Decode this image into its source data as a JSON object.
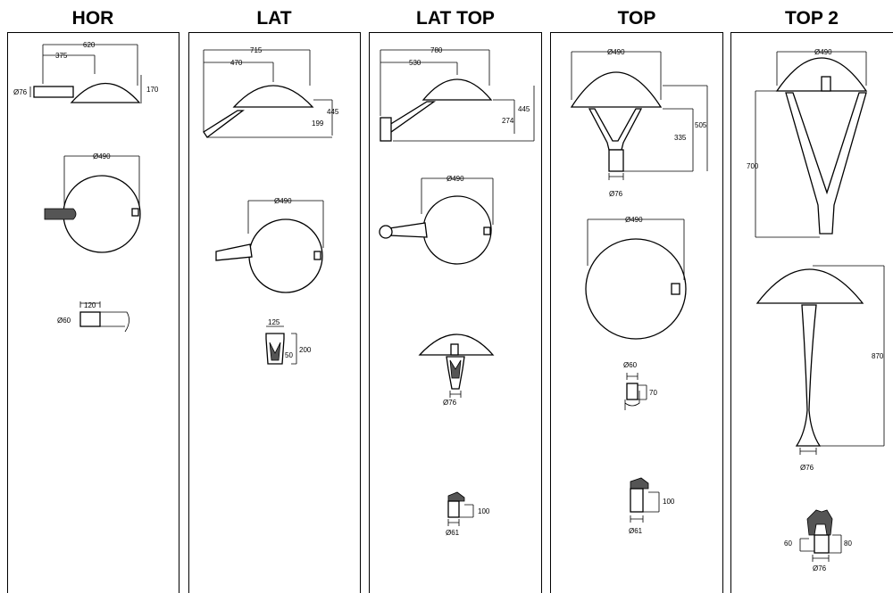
{
  "columns": [
    {
      "title": "HOR"
    },
    {
      "title": "LAT"
    },
    {
      "title": "LAT TOP"
    },
    {
      "title": "TOP"
    },
    {
      "title": "TOP 2"
    }
  ],
  "dimensions": {
    "hor": {
      "width_total": "620",
      "width_arm": "375",
      "height": "170",
      "pole_dia": "Ø76",
      "top_dia": "Ø490",
      "fix_len": "120",
      "fix_dia": "Ø60"
    },
    "lat": {
      "width_total": "715",
      "width_arm": "470",
      "height_total": "445",
      "height_lower": "199",
      "top_dia": "Ø490",
      "bracket_w": "125",
      "bracket_h": "200",
      "bracket_inner": "50"
    },
    "lat_top": {
      "width_total": "780",
      "width_arm": "530",
      "height_total": "445",
      "height_lower": "274",
      "top_dia": "Ø490",
      "pole_dia": "Ø76",
      "fix_len": "100",
      "fix_dia": "Ø61"
    },
    "top": {
      "head_dia": "Ø490",
      "height_total": "505",
      "height_lower": "335",
      "pole_dia": "Ø76",
      "top_dia": "Ø490",
      "fix_dia": "Ø60",
      "fix_len": "70",
      "spigot_len": "100",
      "spigot_dia": "Ø61"
    },
    "top2": {
      "head_dia": "Ø490",
      "height": "700",
      "height_total": "870",
      "pole_dia": "Ø76",
      "spigot_a": "60",
      "spigot_b": "80",
      "spigot_dia": "Ø76"
    }
  }
}
